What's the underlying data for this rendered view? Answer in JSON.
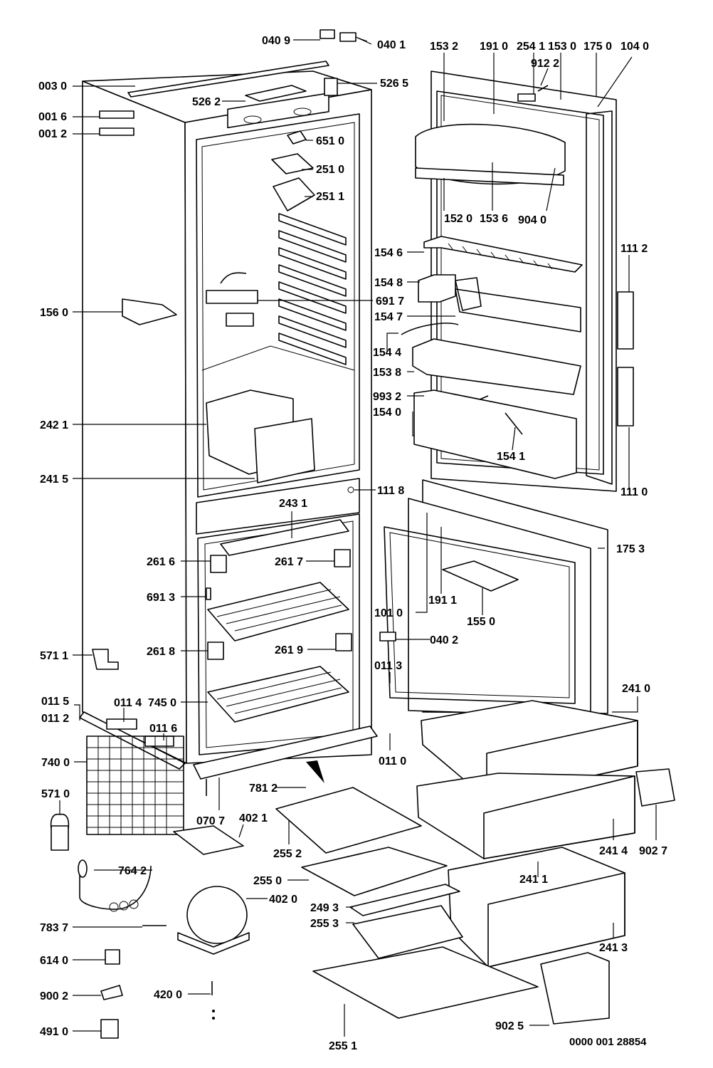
{
  "labels": [
    {
      "id": "p0409",
      "text": "040 9"
    },
    {
      "id": "p0401",
      "text": "040 1"
    },
    {
      "id": "p0030",
      "text": "003 0"
    },
    {
      "id": "p5265",
      "text": "526 5"
    },
    {
      "id": "p5262",
      "text": "526 2"
    },
    {
      "id": "p0016",
      "text": "001 6"
    },
    {
      "id": "p0012",
      "text": "001 2"
    },
    {
      "id": "p6510",
      "text": "651 0"
    },
    {
      "id": "p2510",
      "text": "251 0"
    },
    {
      "id": "p2511",
      "text": "251 1"
    },
    {
      "id": "p6917",
      "text": "691 7"
    },
    {
      "id": "p1560",
      "text": "156 0"
    },
    {
      "id": "p2421",
      "text": "242 1"
    },
    {
      "id": "p2415",
      "text": "241 5"
    },
    {
      "id": "p1532",
      "text": "153 2"
    },
    {
      "id": "p1910",
      "text": "191 0"
    },
    {
      "id": "p2541",
      "text": "254 1"
    },
    {
      "id": "p1530",
      "text": "153 0"
    },
    {
      "id": "p1750",
      "text": "175 0"
    },
    {
      "id": "p1040",
      "text": "104 0"
    },
    {
      "id": "p9122",
      "text": "912 2"
    },
    {
      "id": "p1520",
      "text": "152 0"
    },
    {
      "id": "p1536",
      "text": "153 6"
    },
    {
      "id": "p9040",
      "text": "904 0"
    },
    {
      "id": "p1546",
      "text": "154 6"
    },
    {
      "id": "p1112",
      "text": "111 2"
    },
    {
      "id": "p1548",
      "text": "154 8"
    },
    {
      "id": "p1547",
      "text": "154 7"
    },
    {
      "id": "p1544",
      "text": "154 4"
    },
    {
      "id": "p1538",
      "text": "153 8"
    },
    {
      "id": "p9932",
      "text": "993 2"
    },
    {
      "id": "p1540",
      "text": "154 0"
    },
    {
      "id": "p1541",
      "text": "154 1"
    },
    {
      "id": "p1110",
      "text": "111 0"
    },
    {
      "id": "p1118",
      "text": "111 8"
    },
    {
      "id": "p2431",
      "text": "243 1"
    },
    {
      "id": "p1753",
      "text": "175 3"
    },
    {
      "id": "p2616",
      "text": "261 6"
    },
    {
      "id": "p2617",
      "text": "261 7"
    },
    {
      "id": "p6913",
      "text": "691 3"
    },
    {
      "id": "p1911",
      "text": "191 1"
    },
    {
      "id": "p1010",
      "text": "101 0"
    },
    {
      "id": "p1550",
      "text": "155 0"
    },
    {
      "id": "p2618",
      "text": "261 8"
    },
    {
      "id": "p2619",
      "text": "261 9"
    },
    {
      "id": "p0402",
      "text": "040 2"
    },
    {
      "id": "p5711",
      "text": "571 1"
    },
    {
      "id": "p0113",
      "text": "011 3"
    },
    {
      "id": "p2410",
      "text": "241 0"
    },
    {
      "id": "p0115",
      "text": "011 5"
    },
    {
      "id": "p0114",
      "text": "011 4"
    },
    {
      "id": "p7450",
      "text": "745 0"
    },
    {
      "id": "p0112",
      "text": "011 2"
    },
    {
      "id": "p0116",
      "text": "011 6"
    },
    {
      "id": "p7400",
      "text": "740 0"
    },
    {
      "id": "p0110",
      "text": "011 0"
    },
    {
      "id": "p5710",
      "text": "571 0"
    },
    {
      "id": "p7812",
      "text": "781 2"
    },
    {
      "id": "p0707",
      "text": "070 7"
    },
    {
      "id": "p4021",
      "text": "402 1"
    },
    {
      "id": "p2552",
      "text": "255 2"
    },
    {
      "id": "p2414",
      "text": "241 4"
    },
    {
      "id": "p9027",
      "text": "902 7"
    },
    {
      "id": "p7642",
      "text": "764 2"
    },
    {
      "id": "p2550",
      "text": "255 0"
    },
    {
      "id": "p2411",
      "text": "241 1"
    },
    {
      "id": "p4020",
      "text": "402 0"
    },
    {
      "id": "p2493",
      "text": "249 3"
    },
    {
      "id": "p2553",
      "text": "255 3"
    },
    {
      "id": "p7837",
      "text": "783 7"
    },
    {
      "id": "p2413",
      "text": "241 3"
    },
    {
      "id": "p6140",
      "text": "614 0"
    },
    {
      "id": "p9002",
      "text": "900 2"
    },
    {
      "id": "p4200",
      "text": "420 0"
    },
    {
      "id": "p4910",
      "text": "491 0"
    },
    {
      "id": "p9025",
      "text": "902 5"
    },
    {
      "id": "p2551",
      "text": "255 1"
    }
  ],
  "drawing_reference": "0000 001 28854"
}
